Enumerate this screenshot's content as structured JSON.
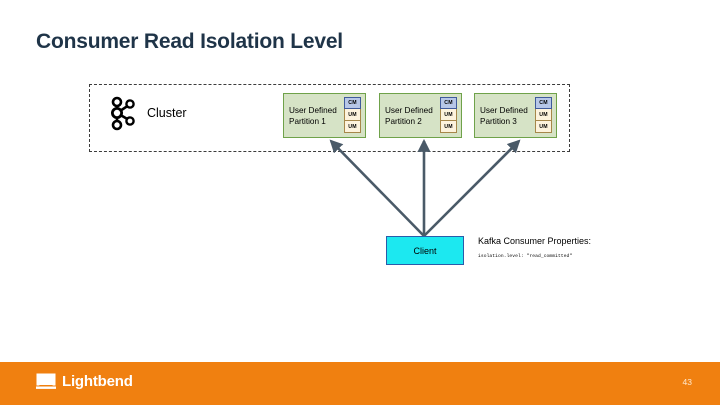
{
  "slide": {
    "title": "Consumer Read Isolation Level",
    "page_number": "43"
  },
  "cluster": {
    "label": "Cluster",
    "icon": "cluster-nodes-icon"
  },
  "partitions": [
    {
      "name": "User Defined\nPartition 1",
      "markers": [
        {
          "label": "CM",
          "kind": "commit-marker"
        },
        {
          "label": "UM",
          "kind": "user-message"
        },
        {
          "label": "UM",
          "kind": "user-message"
        }
      ]
    },
    {
      "name": "User Defined\nPartition 2",
      "markers": [
        {
          "label": "CM",
          "kind": "commit-marker"
        },
        {
          "label": "UM",
          "kind": "user-message"
        },
        {
          "label": "UM",
          "kind": "user-message"
        }
      ]
    },
    {
      "name": "User Defined\nPartition 3",
      "markers": [
        {
          "label": "CM",
          "kind": "commit-marker"
        },
        {
          "label": "UM",
          "kind": "user-message"
        },
        {
          "label": "UM",
          "kind": "user-message"
        }
      ]
    }
  ],
  "client": {
    "label": "Client"
  },
  "properties": {
    "title": "Kafka Consumer Properties:",
    "code": "isolation.level: \"read_committed\""
  },
  "footer": {
    "brand": "Lightbend"
  },
  "colors": {
    "title_navy": "#1f3448",
    "partition_fill": "#d6e3c6",
    "partition_border": "#6fa24a",
    "commit_marker_fill": "#b7c7e8",
    "user_message_fill": "#fdf3dd",
    "client_fill": "#1ce8f0",
    "client_border": "#2a5caa",
    "arrow": "#4a5a68",
    "footer_orange": "#f08010"
  }
}
